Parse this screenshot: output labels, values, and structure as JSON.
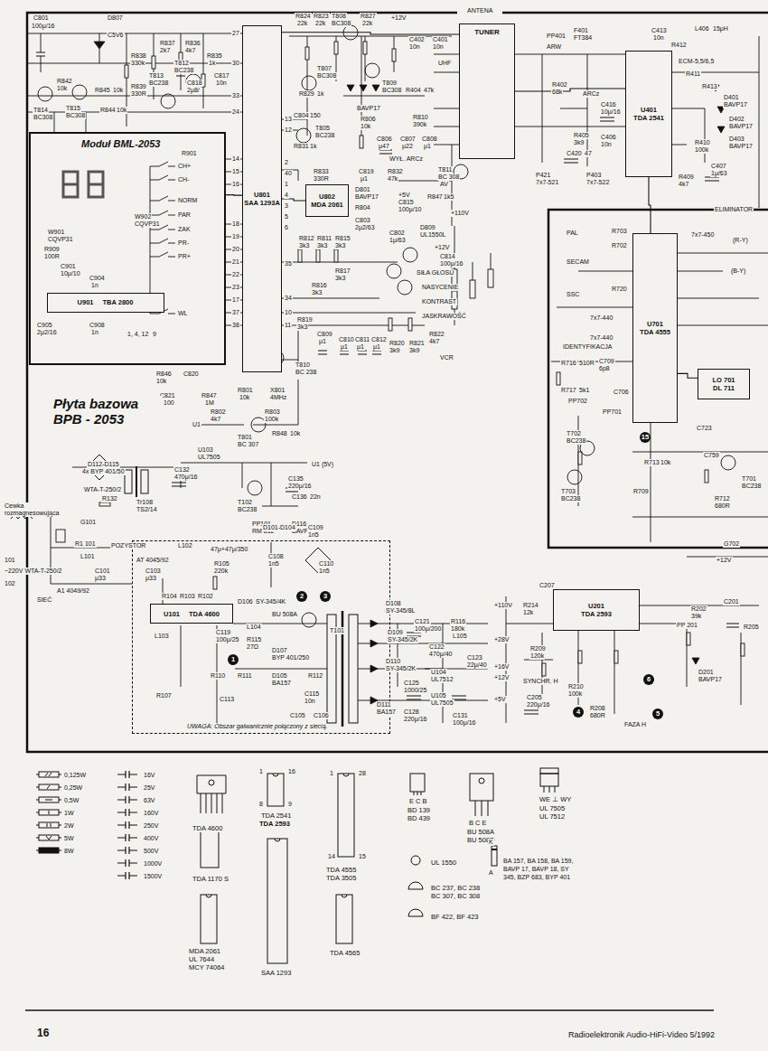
{
  "diagram": {
    "nodes": [
      {
        "text": [
          "Moduł BML-2053"
        ]
      },
      {
        "text": [
          "U901",
          "TBA 2800"
        ],
        "in": 0
      },
      {
        "text": [
          "U801",
          "SAA 1293A"
        ]
      },
      {
        "text": [
          "U802",
          "MDA 2061"
        ]
      },
      {
        "text": [
          "TUNER"
        ]
      },
      {
        "text": [
          "U401",
          "TDA 2541"
        ]
      },
      {
        "text": [
          "U701",
          "TDA 4555"
        ]
      },
      {
        "text": [
          "LO 701",
          "DL 711"
        ]
      },
      {
        "text": [
          "UWAGA: Obszar galwanicznie połączony z siecią."
        ]
      },
      {
        "text": [
          "U101",
          "TDA 4600"
        ],
        "in": 8
      },
      {
        "text": [
          "U201",
          "TDA 2593"
        ]
      }
    ],
    "edges": [
      {
        "from": 0,
        "to": 2,
        "arrow": "none"
      },
      {
        "from": 2,
        "to": 3,
        "arrow": "none"
      },
      {
        "from": 2,
        "to": 4,
        "arrow": "none"
      },
      {
        "from": 4,
        "to": 5,
        "arrow": "none"
      },
      {
        "from": 5,
        "to": 6,
        "arrow": "none"
      },
      {
        "from": 6,
        "to": 7,
        "arrow": "none"
      }
    ],
    "labels": [
      "C801",
      "100μ/16",
      "D807",
      "C5V6",
      "R838",
      "330k",
      "R839",
      "330R",
      "T813",
      "BC238",
      "R837",
      "2k7",
      "R836",
      "4k7",
      "T812",
      "BC238",
      "R835",
      "1k",
      "C818",
      "2μ8/",
      "C817",
      "10n",
      "R842",
      "10k",
      "R845",
      "10k",
      "T814",
      "BC308",
      "T815",
      "BC308",
      "R844",
      "10k",
      "R901",
      "CH+",
      "CH-",
      "NORM",
      "PAR",
      "ZAK",
      "PR-",
      "PR+",
      "WL",
      "W902",
      "CQVP31",
      "W901",
      "CQVP31",
      "R909",
      "100R",
      "C901",
      "10μ/10",
      "C904",
      "1n",
      "C905",
      "2μ2/16",
      "C908",
      "1n",
      "1, 4, 12",
      "9",
      "27",
      "30",
      "33",
      "24",
      "14",
      "15",
      "16",
      "18",
      "19",
      "20",
      "21",
      "22",
      "23",
      "17",
      "37",
      "38",
      "13",
      "12",
      "2",
      "40",
      "1",
      "4",
      "3",
      "5",
      "6",
      "35",
      "34",
      "10",
      "11",
      "R824",
      "22k",
      "R823",
      "22k",
      "T808",
      "BC308",
      "R827",
      "22k",
      "+12V",
      "T807",
      "BC308",
      "T809",
      "BC308",
      "R829",
      "1k",
      "BAVP17",
      "C804",
      "150",
      "T805",
      "BC238",
      "R831",
      "1k",
      "R833",
      "330R",
      "C819",
      "μ1",
      "R806",
      "10k",
      "R810",
      "390k",
      "C806",
      "μ47",
      "C807",
      "μ22",
      "C808",
      "μ1",
      "UHF",
      "C402",
      "10n",
      "C401",
      "10n",
      "R404",
      "47k",
      "WYŁ. ARCz",
      "R832",
      "47k",
      "T811",
      "BC 308",
      "AV",
      "+5V",
      "C815",
      "100μ/10",
      "R847",
      "1k5",
      "+110V",
      "C802",
      "1μ/63",
      "D809",
      "UL1550L",
      "D801",
      "BAVP17",
      "R804",
      "C803",
      "2μ2/63",
      "R812",
      "3k3",
      "R811",
      "3k3",
      "R815",
      "3k3",
      "+12V",
      "C814",
      "100μ/16",
      "SIŁA GŁOSU",
      "NASYCENIE",
      "KONTRAST",
      "JASKRAWOŚĆ",
      "R817",
      "3k3",
      "R816",
      "3k3",
      "R819",
      "3k3",
      "C809",
      "μ1",
      "C810",
      "μ1",
      "C811",
      "μ1",
      "C812",
      "μ1",
      "R820",
      "3k9",
      "R821",
      "3k9",
      "R822",
      "4k7",
      "VCR",
      "T810",
      "BC 238",
      "R846",
      "10k",
      "C820",
      "C821",
      "100",
      "R847",
      "1M",
      "R801",
      "10k",
      "X801",
      "4MHz",
      "R802",
      "4k7",
      "R803",
      "100k",
      "U1",
      "T801",
      "BC 307",
      "R848",
      "10k",
      "U1 (5V)",
      "U103",
      "UL7505",
      "C132",
      "470μ/16",
      "C135",
      "220μ/16",
      "C136",
      "22n",
      "D112-D115",
      "4x BYP 401/50",
      "WTA-T-250/2",
      "R132",
      "Tr108",
      "TS2/14",
      "T102",
      "BC238",
      "PP101",
      "RM 812",
      "D116",
      "BAVP17",
      "Cewka rozmagnesowująca",
      "G101",
      "R1 101",
      "L101",
      "POZYSTOR",
      "L102",
      "C101",
      "μ33",
      "C103",
      "μ33",
      "A1 4049/92",
      "SIEĆ",
      "~220V WTA-T-250/2",
      "101",
      "102",
      "AT 4045/92",
      "47μ+47μ/350",
      "C109",
      "1n5",
      "D101-D104",
      "C108",
      "1n5",
      "R105",
      "220k",
      "C110",
      "1n5",
      "R104",
      "R103",
      "R102",
      "D106",
      "SY-345/4K",
      "BU 508A",
      "C119",
      "100μ/25",
      "L104",
      "R115",
      "27Ω",
      "D107",
      "BYP 401/250",
      "T101",
      "L103",
      "R107",
      "C113",
      "R110",
      "R111",
      "D105",
      "BA157",
      "R112",
      "C115",
      "10n",
      "C105",
      "C106",
      "D108",
      "SY-345/8L",
      "C121",
      "100μ/200",
      "R116",
      "180k",
      "+110V",
      "D109",
      "SY-345/2K",
      "C122",
      "470μ/40",
      "L105",
      "+28V",
      "C123",
      "22μ/40",
      "D110",
      "SY-345/2K",
      "U104",
      "UL7512",
      "+16V",
      "+12V",
      "C125",
      "1000/25",
      "D111",
      "BA157",
      "U105",
      "UL7505",
      "+5V",
      "C128",
      "220μ/16",
      "C131",
      "100μ/16",
      "R214",
      "12k",
      "C207",
      "R209",
      "120k",
      "SYNCHR. H",
      "C205",
      "220μ/16",
      "R210",
      "100k",
      "R208",
      "680R",
      "FAZA H",
      "R202",
      "39k",
      "R205",
      "C201",
      "D201",
      "BAVP17",
      "PP 201",
      "+12V",
      "ANTENA",
      "PP401",
      "ARW",
      "F401",
      "FT384",
      "C413",
      "10n",
      "R412",
      "L406",
      "15μH",
      "ECM-5,5/6,5",
      "R411",
      "R413",
      "D401",
      "BAVP17",
      "D402",
      "BAVP17",
      "D403",
      "BAVP17",
      "R410",
      "100k",
      "C407",
      "1μ/63",
      "ARCz",
      "R402",
      "68k",
      "C416",
      "10μ/16",
      "C406",
      "10n",
      "R405",
      "3k9",
      "C420",
      "47",
      "P421",
      "7x7-521",
      "P403",
      "7x7-522",
      "R409",
      "4k7",
      "ELIMINATOR",
      "PAL",
      "SECAM",
      "SSC",
      "IDENTYFIKACJA",
      "R703",
      "R702",
      "R720",
      "(R-Y)",
      "(B-Y)",
      "7x7-450",
      "7x7-440",
      "7x7-440",
      "R716",
      "510R",
      "R717",
      "5k1",
      "PP702",
      "C709",
      "6p8",
      "PP701",
      "C706",
      "C723",
      "T702",
      "BC238",
      "T703",
      "BC238",
      "T701",
      "BC238",
      "R713",
      "10k",
      "C759",
      "R709",
      "R712",
      "680R",
      "G702",
      "1",
      "2",
      "3",
      "4",
      "5",
      "6",
      "15",
      "Płyta bazowa BPB - 2053",
      "TDA 4600",
      "TDA 2541",
      "TDA 2593",
      "TDA 4555",
      "TDA 3505",
      "TDA 1170 S",
      "MDA 2061",
      "UL 7644",
      "MCY 74064",
      "SAA 1293",
      "TDA 4565",
      "E C B",
      "BD 139",
      "BD 439",
      "B C E",
      "BU 508A",
      "BU 508D",
      "WE ⊥ WY",
      "UL 7505",
      "UL 7512",
      "UL 1550",
      "BC 237, BC 238",
      "BC 307, BC 308",
      "BF 422, BF 423",
      "BA 157, BA 158, BA 159, BAVP 17, BAVP 18, SY 345, BZP 683, BYP 401",
      "16",
      "Radioelektronik Audio-HiFi-Video 5/1992",
      "1",
      "16",
      "8",
      "9",
      "1",
      "28",
      "14",
      "15",
      "K",
      "A"
    ],
    "legend": [
      {
        "text": "0,125W"
      },
      {
        "text": "0,25W"
      },
      {
        "text": "0,5W"
      },
      {
        "text": "1W"
      },
      {
        "text": "2W"
      },
      {
        "text": "5W"
      },
      {
        "text": "8W"
      },
      {
        "text": "16V"
      },
      {
        "text": "25V"
      },
      {
        "text": "63V"
      },
      {
        "text": "160V"
      },
      {
        "text": "250V"
      },
      {
        "text": "400V"
      },
      {
        "text": "500V"
      },
      {
        "text": "1000V"
      },
      {
        "text": "1500V"
      }
    ]
  }
}
